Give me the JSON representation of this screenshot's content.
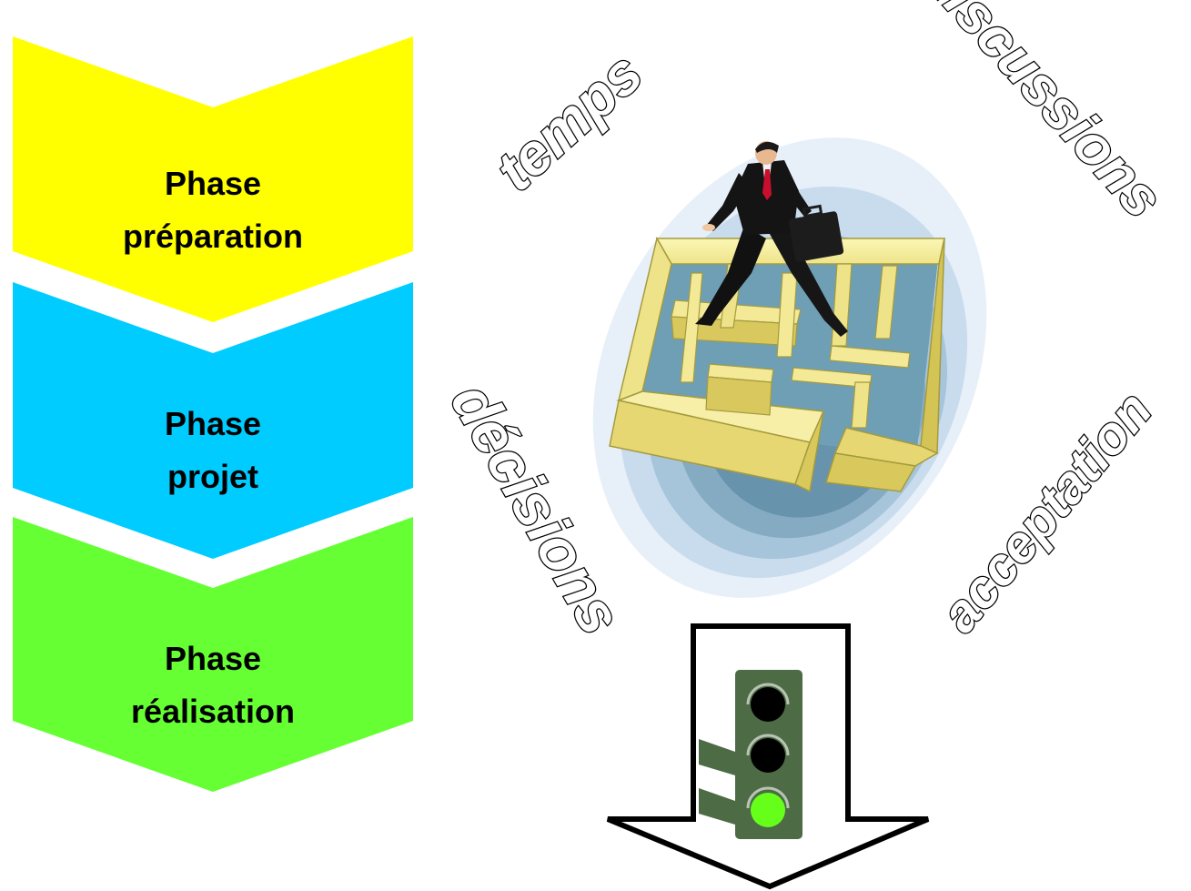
{
  "phases": [
    {
      "line1": "Phase",
      "line2": "préparation",
      "color": "#ffff00"
    },
    {
      "line1": "Phase",
      "line2": "projet",
      "color": "#00ccff"
    },
    {
      "line1": "Phase",
      "line2": "réalisation",
      "color": "#66ff33"
    }
  ],
  "words": {
    "temps": "temps",
    "discussions": "discussions",
    "decisions": "décisions",
    "acceptation": "acceptation"
  },
  "illustration": {
    "subject": "businessman-walking-over-maze-icon"
  },
  "traffic_light": {
    "active_light": "green",
    "lights": [
      "off",
      "off",
      "green"
    ],
    "housing_color": "#4d6b45",
    "green_color": "#66ff1a"
  },
  "arrow": {
    "direction": "down",
    "fill": "#ffffff"
  }
}
